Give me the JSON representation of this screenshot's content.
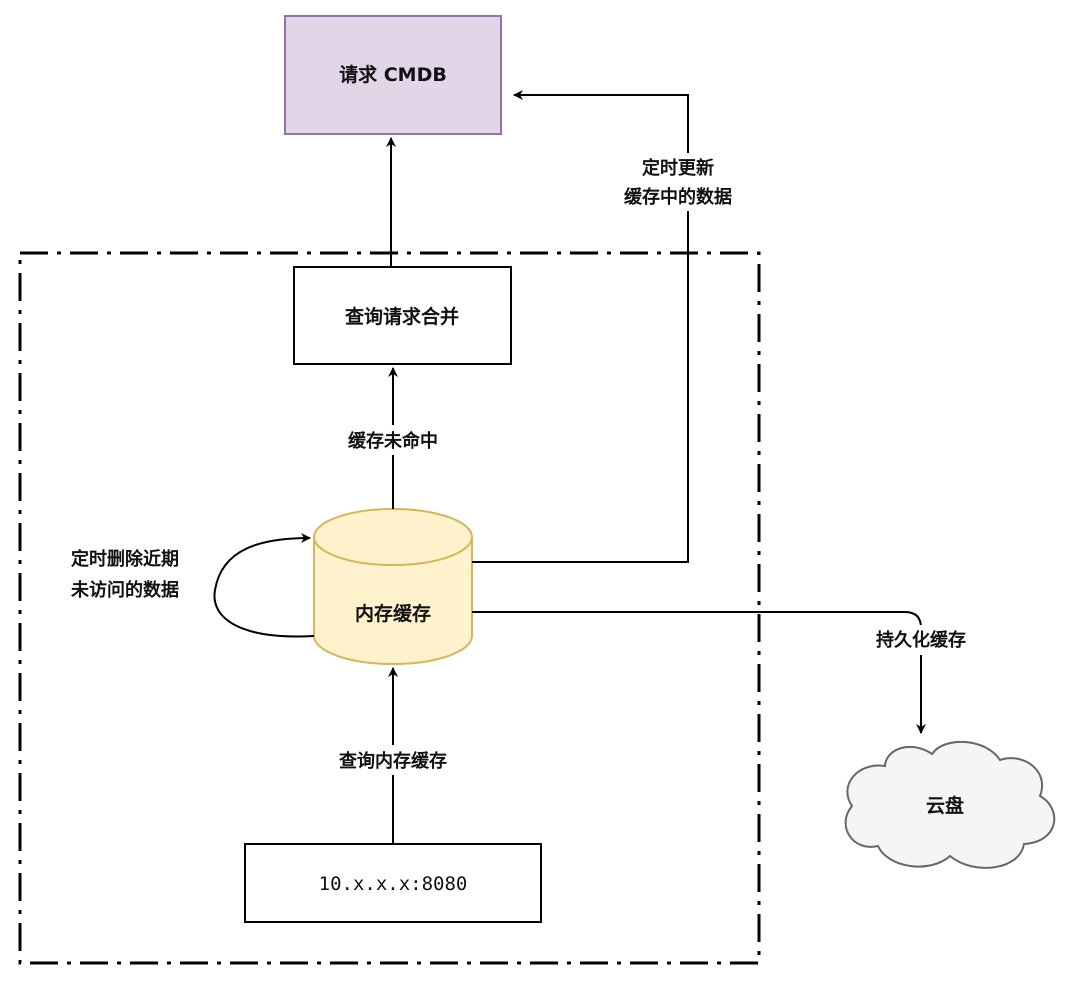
{
  "nodes": {
    "cmdb_request": {
      "label": "请求 CMDB"
    },
    "query_merge": {
      "label": "查询请求合并"
    },
    "memory_cache": {
      "label": "内存缓存"
    },
    "server": {
      "label": "10.x.x.x:8080"
    },
    "cloud_disk": {
      "label": "云盘"
    }
  },
  "edges": {
    "periodic_refresh": {
      "line1": "定时更新",
      "line2": "缓存中的数据"
    },
    "cache_miss": {
      "label": "缓存未命中"
    },
    "periodic_delete": {
      "line1": "定时删除近期",
      "line2": "未访问的数据"
    },
    "query_memory": {
      "label": "查询内存缓存"
    },
    "persist_cache": {
      "label": "持久化缓存"
    }
  },
  "colors": {
    "cmdb_fill": "#e1d5e7",
    "cmdb_stroke": "#9673a6",
    "cache_fill": "#fff2cc",
    "cache_stroke": "#d6b656",
    "cloud_fill": "#f5f5f5",
    "cloud_stroke": "#666666"
  }
}
